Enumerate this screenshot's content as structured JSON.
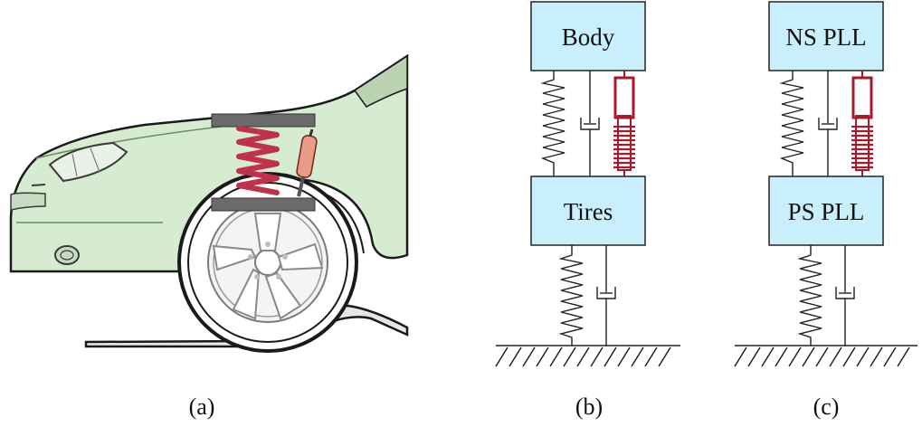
{
  "panels": [
    {
      "id": "a",
      "label": "(a)"
    },
    {
      "id": "b",
      "label": "(b)",
      "top_box": "Body",
      "bottom_box": "Tires"
    },
    {
      "id": "c",
      "label": "(c)",
      "top_box": "NS PLL",
      "bottom_box": "PS PLL"
    }
  ],
  "colors": {
    "box_fill": "#c9eefc",
    "car_body": "#d6ecd1",
    "spring_red": "#c0314a",
    "damper_red": "#a8192b",
    "plate_gray": "#6b6b6b",
    "outline": "#222222"
  }
}
